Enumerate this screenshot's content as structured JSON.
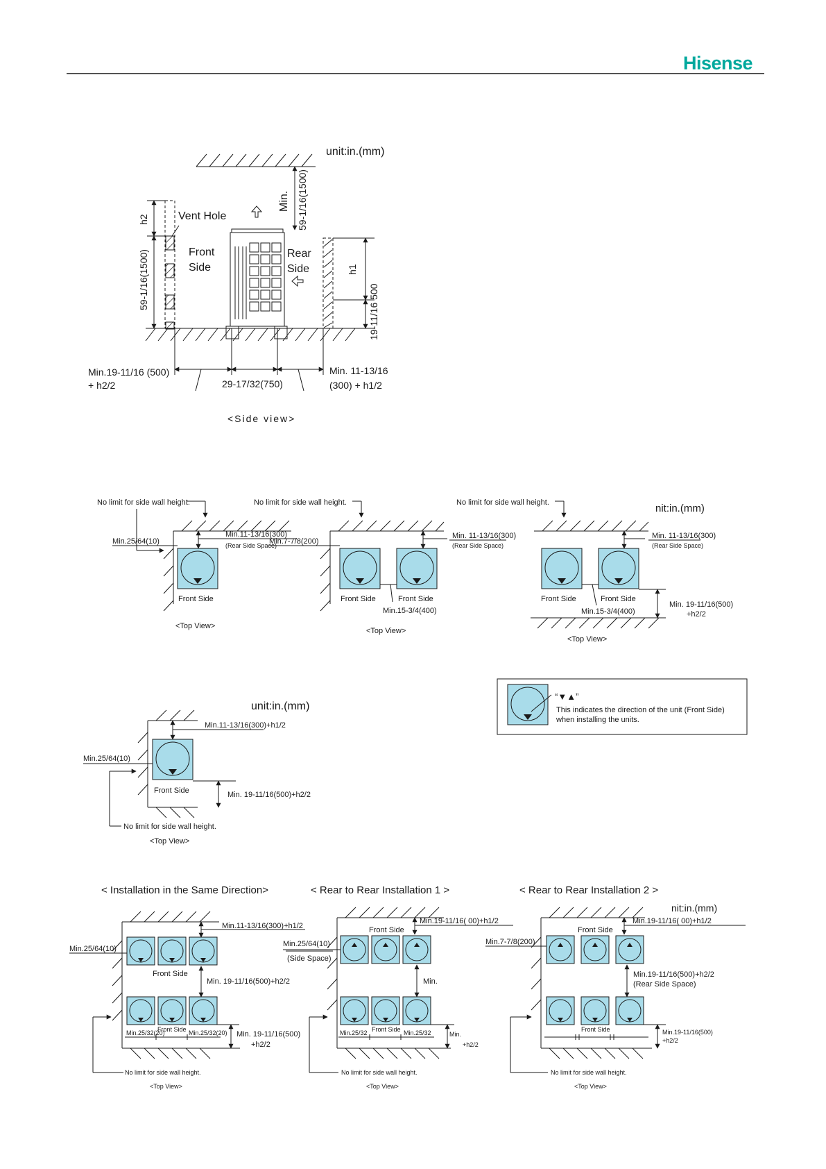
{
  "header": {
    "brand": "Hisense",
    "brand_color": "#00a89d"
  },
  "side_view": {
    "unit": "unit:in.(mm)",
    "vent_hole": "Vent Hole",
    "front_side_1": "Front",
    "front_side_2": "Side",
    "rear_side_1": "Rear",
    "rear_side_2": "Side",
    "min_top_a": "Min.",
    "min_top_b": "59-1/16(1500)",
    "h2": "h2",
    "left_height": "59-1/16(1500)",
    "h1": "h1",
    "right_height": "19-11/16 500",
    "bottom_left_1": "Min.19-11/16 (500)",
    "bottom_left_2": "+ h2/2",
    "bottom_mid": "29-17/32(750)",
    "bottom_right_1": "Min. 11-13/16",
    "bottom_right_2": "(300) + h1/2",
    "caption": "<Side view>"
  },
  "row2": {
    "d1": {
      "no_limit": "No limit for side wall height.",
      "rear": "Min.11-13/16(300)",
      "rear_note": "(Rear Side Space)",
      "side": "Min.25/64(10)",
      "front": "Front Side",
      "caption": "<Top View>"
    },
    "d2": {
      "no_limit": "No limit for side wall height.",
      "rear": "Min. 11-13/16(300)",
      "rear_note": "(Rear Side Space)",
      "side": "Min.7-7/8(200)",
      "front_a": "Front Side",
      "front_b": "Front Side",
      "gap": "Min.15-3/4(400)",
      "caption": "<Top View>"
    },
    "d3": {
      "no_limit": "No limit for side wall height.",
      "unit": "nit:in.(mm)",
      "rear": "Min. 11-13/16(300)",
      "rear_note": "(Rear Side Space)",
      "front_a": "Front Side",
      "front_b": "Front Side",
      "gap": "Min.15-3/4(400)",
      "front_space_1": "Min. 19-11/16(500)",
      "front_space_2": "+h2/2",
      "caption": "<Top View>"
    }
  },
  "row3": {
    "d4": {
      "unit": "unit:in.(mm)",
      "rear": "Min.11-13/16(300)+h1/2",
      "side": "Min.25/64(10)",
      "front": "Front Side",
      "front_space": "Min. 19-11/16(500)+h2/2",
      "no_limit": "No limit for side wall height.",
      "caption": "<Top View>"
    },
    "legend": {
      "symbol": "“▼▲”",
      "line1": "This indicates the direction of the unit (Front Side)",
      "line2": "when installing the units."
    }
  },
  "row4": {
    "title_a": "< Installation in the Same Direction>",
    "title_b": "< Rear to Rear Installation 1 >",
    "title_c": "< Rear to Rear Installation 2 >",
    "unit": "nit:in.(mm)",
    "a": {
      "rear": "Min.11-13/16(300)+h1/2",
      "side": "Min.25/64(10)",
      "front_top": "Front Side",
      "between": "Min. 19-11/16(500)+h2/2",
      "gap_l": "Min.25/32(20)",
      "front_bot": "Front Side",
      "gap_r": "Min.25/32(20)",
      "bottom_1": "Min. 19-11/16(500)",
      "bottom_2": "+h2/2",
      "no_limit": "No limit for side wall height.",
      "caption": "<Top View>"
    },
    "b": {
      "front_top": "Front Side",
      "top": "Min.19-11/16(  00)+h1/2",
      "side": "Min.25/64(10)",
      "side_note": "(Side Space)",
      "between": "Min.",
      "gap_l": "Min.25/32",
      "front_bot": "Front Side",
      "gap_r": "Min.25/32",
      "bottom_1": "Min.",
      "bottom_2": "+h2/2",
      "no_limit": "No limit for side wall height.",
      "caption": "<Top View>"
    },
    "c": {
      "front_top": "Front Side",
      "top": "Min.19-11/16(  00)+h1/2",
      "side": "Min.7-7/8(200)",
      "between_1": "Min.19-11/16(500)+h2/2",
      "between_2": "(Rear Side Space)",
      "front_bot": "Front Side",
      "bottom_1": "Min.19-11/16(500)",
      "bottom_2": "+h2/2",
      "no_limit": "No limit for side wall height.",
      "caption": "<Top View>"
    }
  }
}
